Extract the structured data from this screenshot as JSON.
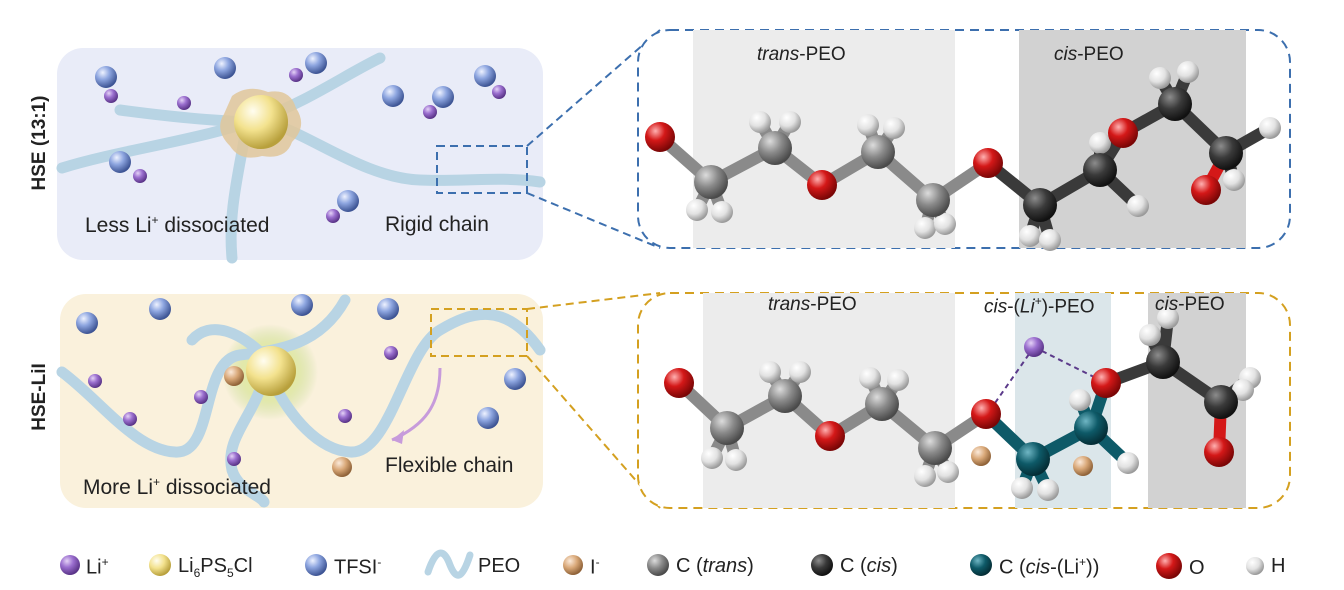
{
  "colors": {
    "li": "#8a5cc0",
    "ps": "#f2e08a",
    "tfsi": "#7f98d8",
    "peo": "#b8d4e4",
    "iodide": "#d9a878",
    "c_trans": "#8a8a8a",
    "c_cis": "#3a3a3a",
    "c_cis_li": "#0e5a68",
    "oxygen": "#d41818",
    "hydrogen": "#e2e2e2",
    "top_panel_bg": "#e9ecf8",
    "bottom_panel_bg": "#faf1dc",
    "top_dash": "#3c6fae",
    "bottom_dash": "#d4a020"
  },
  "top": {
    "side_label": "HSE (13:1)",
    "left_text": "Less Li",
    "left_text_sup": "+",
    "left_text_tail": " dissociated",
    "right_text": "Rigid chain",
    "region1_italic": "trans",
    "region1_tail": "-PEO",
    "region2_italic": "cis",
    "region2_tail": "-PEO"
  },
  "bottom": {
    "side_label": "HSE-LiI",
    "left_text": "More Li",
    "left_text_sup": "+",
    "left_text_tail": " dissociated",
    "right_text": "Flexible chain",
    "region1_italic": "trans",
    "region1_tail": "-PEO",
    "region2_italic": "cis",
    "region2_mid": "-(",
    "region2_li_italic": "Li",
    "region2_li_sup": "+",
    "region2_tail": ")-PEO",
    "region3_italic": "cis",
    "region3_tail": "-PEO"
  },
  "legend": {
    "li": "Li",
    "li_sup": "+",
    "ps_a": "Li",
    "ps_sub1": "6",
    "ps_b": "PS",
    "ps_sub2": "5",
    "ps_c": "Cl",
    "tfsi": "TFSI",
    "tfsi_sup": "-",
    "peo": "PEO",
    "iodide": "I",
    "iodide_sup": "-",
    "c_trans_pre": "C (",
    "c_trans_it": "trans",
    "c_trans_post": ")",
    "c_cis_pre": "C (",
    "c_cis_it": "cis",
    "c_cis_post": ")",
    "c_cisli_pre": "C (",
    "c_cisli_it": "cis",
    "c_cisli_mid": "-(Li",
    "c_cisli_sup": "+",
    "c_cisli_post": "))",
    "oxygen": "O",
    "hydrogen": "H"
  }
}
